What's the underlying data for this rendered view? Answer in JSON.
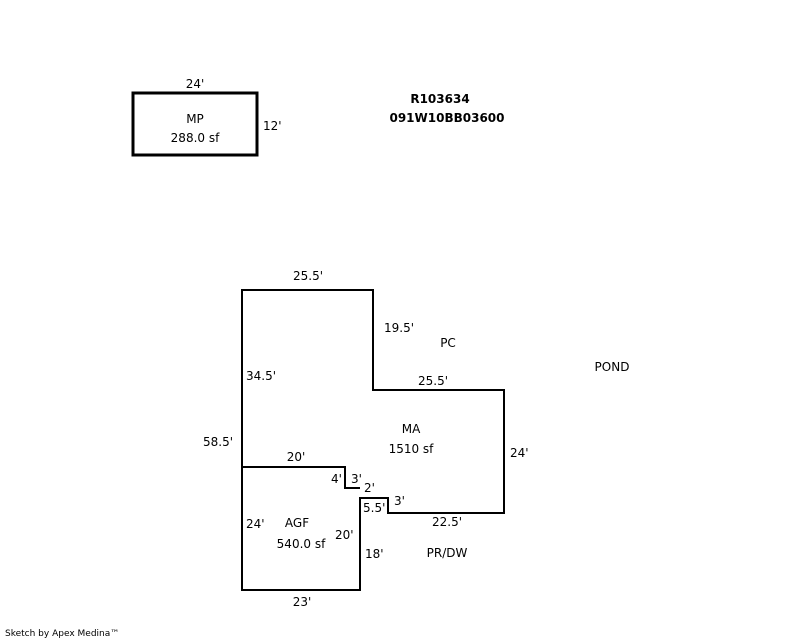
{
  "parcel": {
    "id": "R103634",
    "map_number": "091W10BB03600"
  },
  "mp": {
    "label": "MP",
    "area": "288.0 sf",
    "width": "24'",
    "depth": "12'"
  },
  "ma": {
    "label": "MA",
    "area": "1510 sf",
    "dims": {
      "top": "25.5'",
      "pc_side": "19.5'",
      "mid": "25.5'",
      "right": "24'",
      "bottom": "22.5'",
      "left_total": "58.5'",
      "left_upper": "34.5'",
      "step_3a": "3'",
      "step_2": "2'",
      "step_3b": "3'",
      "step_5_5": "5.5'"
    }
  },
  "agf": {
    "label": "AGF",
    "area": "540.0 sf",
    "dims": {
      "top": "20'",
      "left": "24'",
      "right_inner": "20'",
      "right_lower": "18'",
      "bottom": "23'",
      "notch": "4'"
    }
  },
  "labels": {
    "pc": "PC",
    "pond": "POND",
    "prdw": "PR/DW"
  },
  "footer": "Sketch by Apex Medina™"
}
